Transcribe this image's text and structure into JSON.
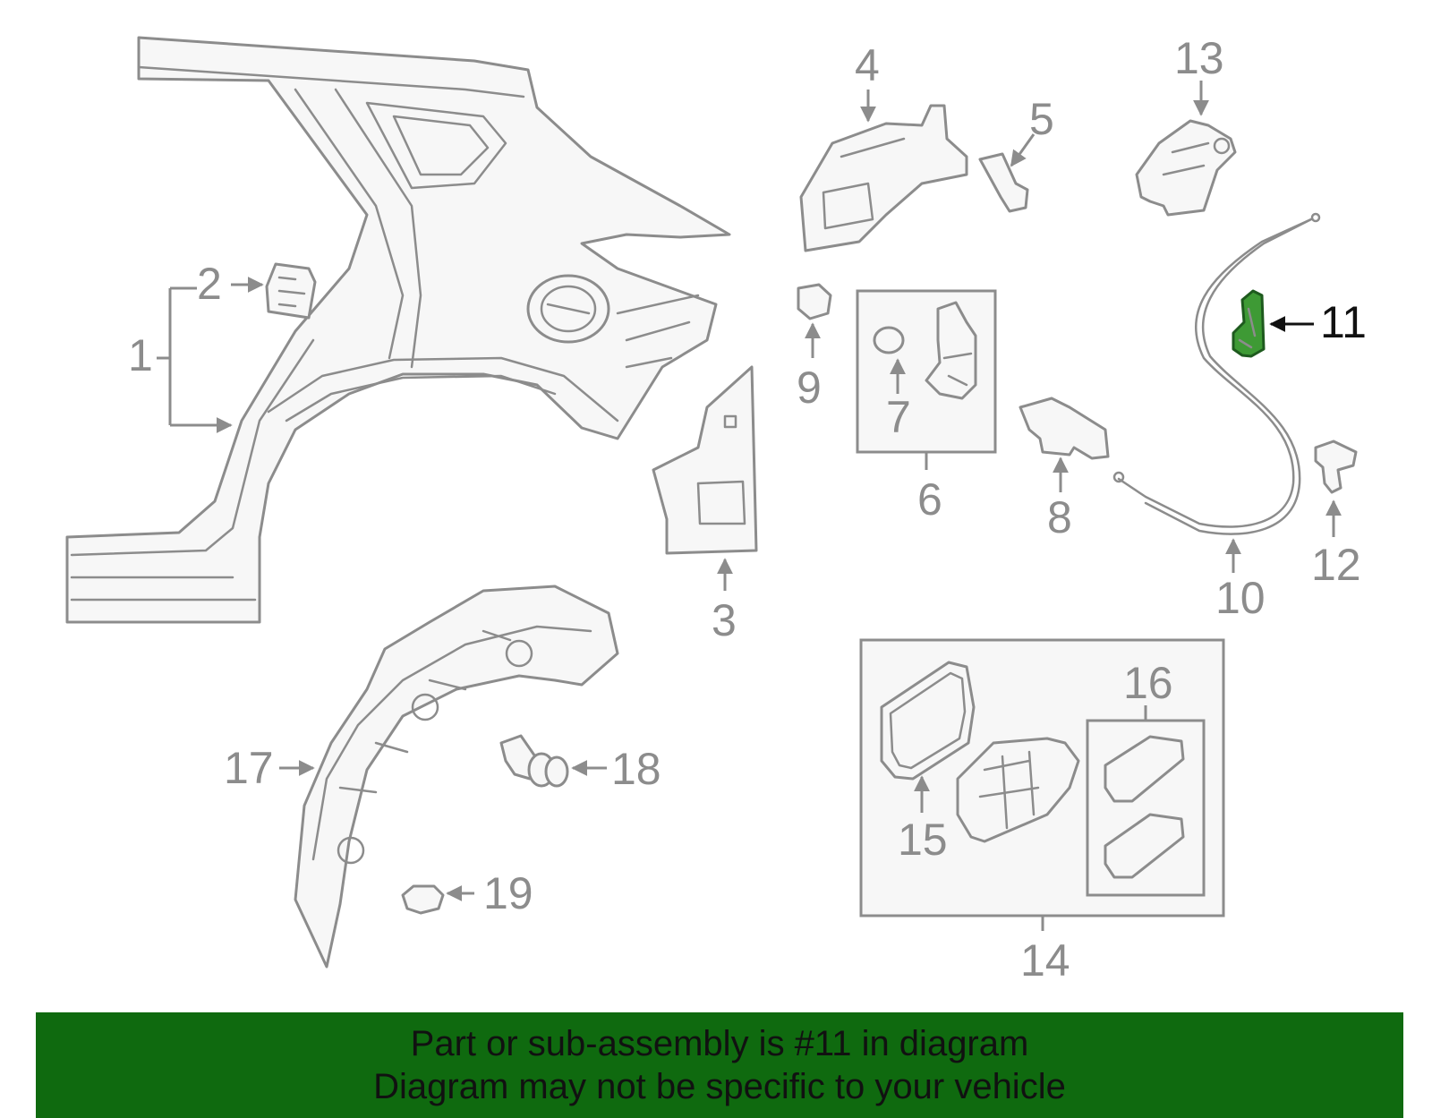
{
  "diagram": {
    "callouts": [
      "1",
      "2",
      "3",
      "4",
      "5",
      "6",
      "7",
      "8",
      "9",
      "10",
      "11",
      "12",
      "13",
      "14",
      "15",
      "16",
      "17",
      "18",
      "19"
    ],
    "highlighted_callout": "11",
    "colors": {
      "line": "#8c8c8c",
      "fill": "#f7f7f7",
      "highlight_fill": "#3e9a35",
      "highlight_stroke": "#1e5a1e",
      "banner": "#0f6a0f",
      "caption_text": "#111111"
    }
  },
  "caption": {
    "line1": "Part or sub-assembly is #11 in diagram",
    "line2": "Diagram may not be specific to your vehicle"
  }
}
